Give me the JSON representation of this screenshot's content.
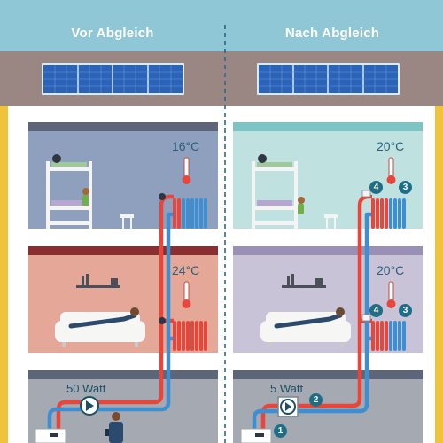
{
  "header": {
    "left_title": "Vor Abgleich",
    "right_title": "Nach Abgleich"
  },
  "before": {
    "top_room_temp": "16°C",
    "middle_room_temp": "24°C",
    "pump_power": "50 Watt"
  },
  "after": {
    "top_room_temp": "20°C",
    "middle_room_temp": "20°C",
    "pump_power": "5 Watt",
    "badges": [
      "1",
      "2",
      "3",
      "4"
    ]
  },
  "colors": {
    "sky": "#8fc7d6",
    "roof": "#9a8784",
    "wall": "#ffffff",
    "hot_pipe": "#e8463a",
    "cold_pipe": "#3d8fd1",
    "badge": "#1f6e86",
    "left_top_room": "#8ea0bd",
    "left_mid_room": "#e5a797",
    "right_top_room": "#bfe2e1",
    "right_mid_room": "#c9c3d8",
    "basement": "#a5a9b1"
  }
}
